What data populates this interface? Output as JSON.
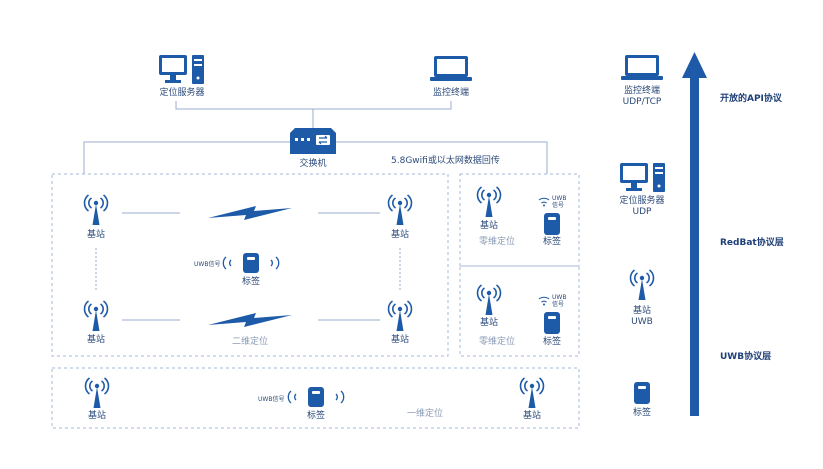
{
  "colors": {
    "primary": "#1d5aa8",
    "line": "#9aaecd",
    "dash": "#a6bad6",
    "text": "#2c4a7a",
    "muted": "#8a9bb5"
  },
  "top": {
    "server_label": "定位服务器",
    "monitor_label": "监控终端",
    "switch_label": "交换机",
    "transport_label": "5.8Gwifi或以太网数据回传"
  },
  "zone_2d": {
    "zone_label": "二维定位",
    "base_station_label": "基站",
    "tag_label": "标签",
    "uwb_signal_label": "UWB信号"
  },
  "zone_0d": {
    "zone_label": "零维定位",
    "base_station_label": "基站",
    "tag_label": "标签",
    "uwb_signal_label_l1": "UWB",
    "uwb_signal_label_l2": "信号"
  },
  "zone_1d": {
    "zone_label": "一维定位",
    "base_station_label": "基站",
    "tag_label": "标签",
    "uwb_signal_label": "UWB信号"
  },
  "legend": {
    "monitor_label": "监控终端",
    "monitor_protocol": "UDP/TCP",
    "server_label": "定位服务器",
    "server_protocol": "UDP",
    "station_label": "基站",
    "station_protocol": "UWB",
    "tag_label": "标签"
  },
  "layers": {
    "api": "开放的API协议",
    "redbat": "RedBat协议层",
    "uwb": "UWB协议层"
  }
}
